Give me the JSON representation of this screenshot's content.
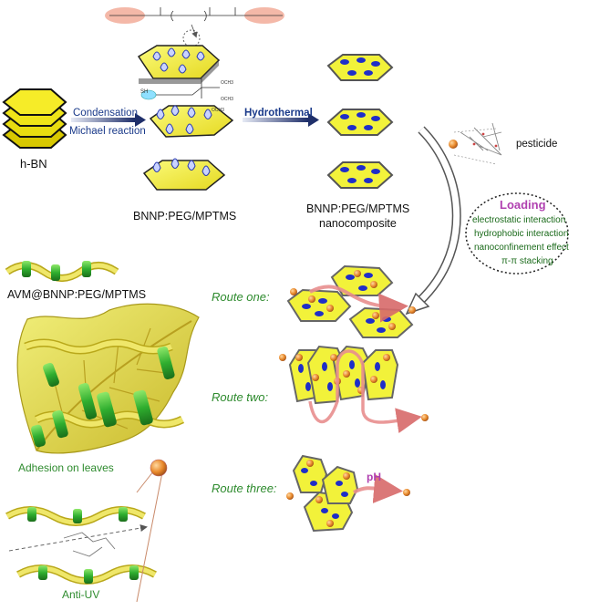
{
  "labels": {
    "hbn": "h-BN",
    "condensation": "Condensation",
    "michael": "Michael reaction",
    "hydrothermal": "Hydrothermal",
    "bnnp_peg": "BNNP:PEG/MPTMS",
    "bnnp_nano_line1": "BNNP:PEG/MPTMS",
    "bnnp_nano_line2": "nanocomposite",
    "pesticide": "pesticide",
    "avm": "AVM@BNNP:PEG/MPTMS",
    "adhesion": "Adhesion on leaves",
    "anti_uv": "Anti-UV",
    "ph": "pH",
    "sh": "SH"
  },
  "loading": {
    "title": "Loading",
    "items": [
      "electrostatic interaction",
      "hydrophobic interaction",
      "nanoconfinement effect",
      "π-π stacking"
    ]
  },
  "routes": [
    "Route one:",
    "Route two:",
    "Route three:"
  ],
  "colors": {
    "sheet_yellow": "#f2f23a",
    "sheet_dark": "#3a3a10",
    "dot_blue": "#1f2ec8",
    "bead_orange": "#e8882a",
    "arrow_pink": "#e88f8f",
    "route_green": "#2e8b2e",
    "loading_purple": "#b040b0",
    "helix_green": "#3cb83c"
  }
}
